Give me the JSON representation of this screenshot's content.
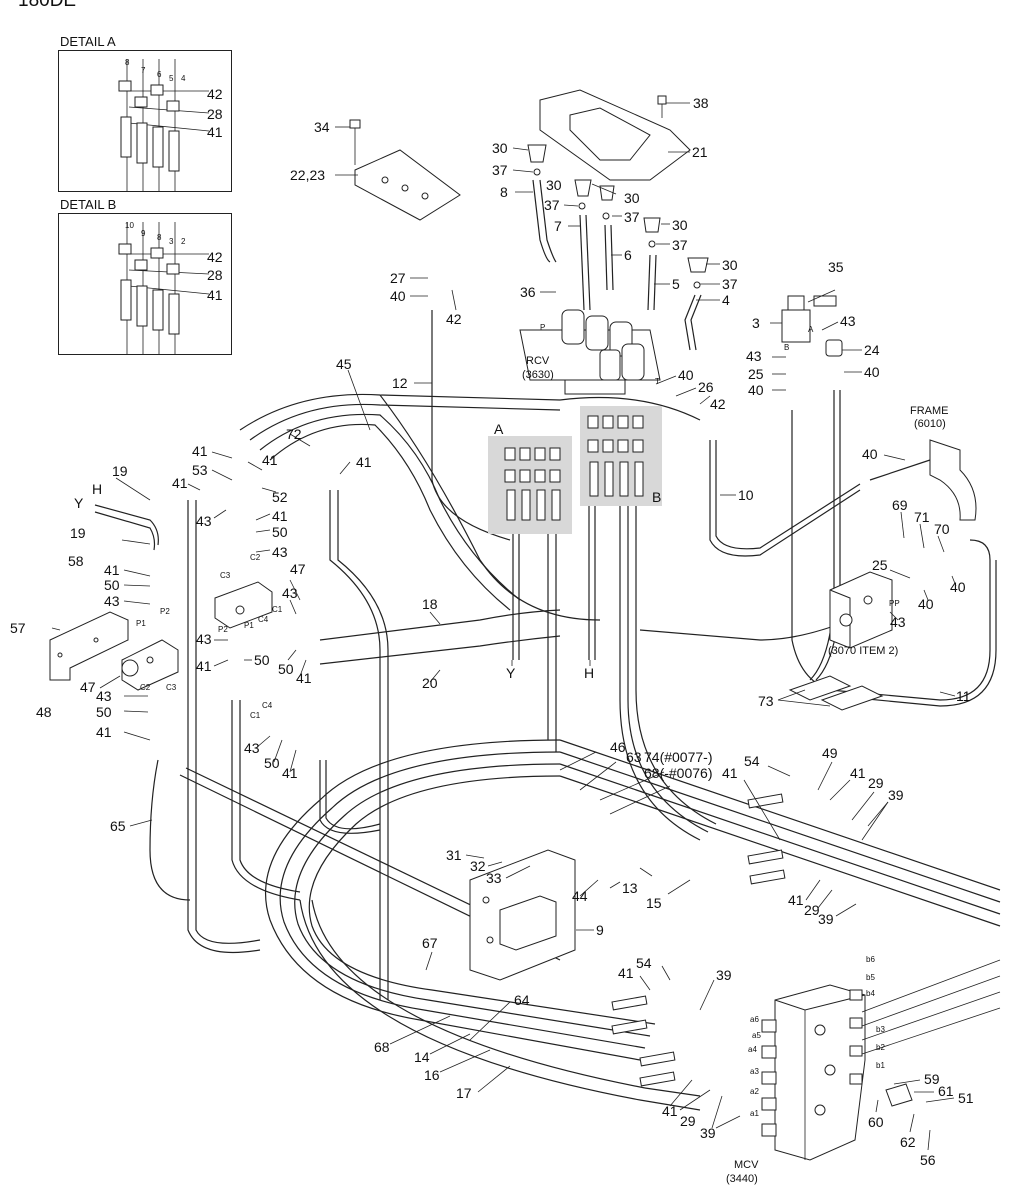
{
  "header": {
    "model": "180DE"
  },
  "details": {
    "a": {
      "title": "DETAIL A",
      "ports": [
        "8",
        "7",
        "6",
        "5",
        "4"
      ],
      "callouts": [
        "42",
        "28",
        "41"
      ]
    },
    "b": {
      "title": "DETAIL B",
      "ports": [
        "10",
        "9",
        "8",
        "3",
        "2"
      ],
      "callouts": [
        "42",
        "28",
        "41"
      ]
    }
  },
  "assemblies": {
    "rcv": {
      "name": "RCV",
      "ref": "(3630)"
    },
    "frame": {
      "name": "FRAME",
      "ref": "(6010)"
    },
    "item": {
      "ref": "(3070 ITEM 2)"
    },
    "mcv": {
      "name": "MCV",
      "ref": "(3440)"
    },
    "port_a": "A",
    "port_b": "B",
    "line_y": "Y",
    "line_h": "H"
  },
  "port_labels": {
    "pp": "PP",
    "p1": "P1",
    "p2": "P2",
    "c1": "C1",
    "c2": "C2",
    "c3": "C3",
    "c4": "C4",
    "a1": "a1",
    "a2": "a2",
    "a3": "a3",
    "a4": "a4",
    "a5": "a5",
    "a6": "a6",
    "b1": "b1",
    "b2": "b2",
    "b3": "b3",
    "b4": "b4",
    "b5": "b5",
    "b6": "b6",
    "p": "P",
    "t": "T",
    "a": "A",
    "b": "B"
  },
  "callouts": {
    "c38": "38",
    "c21": "21",
    "c34": "34",
    "c2223": "22,23",
    "c30a": "30",
    "c37a": "37",
    "c8": "8",
    "c30b": "30",
    "c30c": "30",
    "c37b": "37",
    "c37c": "37",
    "c7": "7",
    "c6": "6",
    "c30d": "30",
    "c37d": "37",
    "c30e": "30",
    "c37e": "37",
    "c5": "5",
    "c4": "4",
    "c36": "36",
    "c27": "27",
    "c40a": "40",
    "c42a": "42",
    "c35": "35",
    "c3": "3",
    "c43a": "43",
    "c24": "24",
    "c43b": "43",
    "c25a": "25",
    "c40b": "40",
    "c40c": "40",
    "c12": "12",
    "c45": "45",
    "c40d": "40",
    "c26": "26",
    "c42b": "42",
    "c72": "72",
    "c41a": "41",
    "c41b": "41",
    "c41c": "41",
    "c53": "53",
    "c52": "52",
    "c41d": "41",
    "c41e": "41",
    "c43c": "43",
    "c50a": "50",
    "c43d": "43",
    "c19a": "19",
    "c19b": "19",
    "c58": "58",
    "c41f": "41",
    "c50b": "50",
    "c43e": "43",
    "c57": "57",
    "c47a": "47",
    "c43f": "43",
    "c43g": "43",
    "c50c": "50",
    "c41g": "41",
    "c50d": "50",
    "c47b": "47",
    "c43h": "43",
    "c50e": "50",
    "c41h": "41",
    "c48": "48",
    "c18": "18",
    "c20": "20",
    "c50f": "50",
    "c41i": "41",
    "c43i": "43",
    "c50g": "50",
    "c41j": "41",
    "c10": "10",
    "c40e": "40",
    "c69": "69",
    "c71": "71",
    "c70": "70",
    "c25b": "25",
    "c40f": "40",
    "c40g": "40",
    "c43j": "43",
    "c73": "73",
    "c11": "11",
    "c65": "65",
    "c46": "46",
    "c63": "63",
    "c74": "74(#0077-)",
    "c68a": "68(-#0076)",
    "c41k": "41",
    "c54a": "54",
    "c49": "49",
    "c41l": "41",
    "c29a": "29",
    "c39a": "39",
    "c31": "31",
    "c32": "32",
    "c33": "33",
    "c44": "44",
    "c13": "13",
    "c15": "15",
    "c41m": "41",
    "c29b": "29",
    "c39b": "39",
    "c9": "9",
    "c67": "67",
    "c41n": "41",
    "c54b": "54",
    "c39c": "39",
    "c64": "64",
    "c68b": "68",
    "c14": "14",
    "c16": "16",
    "c17": "17",
    "c41o": "41",
    "c29c": "29",
    "c39d": "39",
    "c59": "59",
    "c61": "61",
    "c51": "51",
    "c60": "60",
    "c62": "62",
    "c56": "56"
  }
}
